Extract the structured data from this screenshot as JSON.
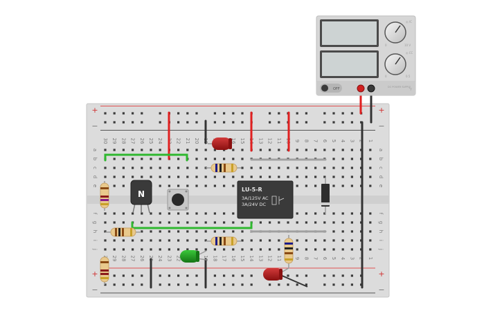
{
  "breadboard": {
    "rail_plus": "+",
    "rail_minus": "−",
    "rows_top": [
      "a",
      "b",
      "c",
      "d",
      "e"
    ],
    "rows_bottom": [
      "f",
      "g",
      "h",
      "i",
      "j"
    ],
    "columns": [
      "30",
      "29",
      "28",
      "27",
      "26",
      "25",
      "24",
      "23",
      "22",
      "21",
      "20",
      "19",
      "18",
      "17",
      "16",
      "15",
      "14",
      "13",
      "12",
      "11",
      "10",
      "9",
      "8",
      "7",
      "6",
      "5",
      "4",
      "3",
      "2",
      "1"
    ]
  },
  "relay": {
    "model": "LU-5-R",
    "spec1": "3A/125V AC",
    "spec2": "3A/24V  DC"
  },
  "transistor": {
    "label": "N"
  },
  "power_supply": {
    "switch_label": "OFF",
    "knob1_min": "0",
    "knob1_max": "10 V",
    "knob2_min": "0",
    "knob2_max": "0.5",
    "corner_label1": "◎ /C",
    "corner_label2": "◎ CC",
    "brand": "DC POWER SUPPLY"
  },
  "colors": {
    "wire_red": "#e02020",
    "wire_green": "#2fb82f",
    "wire_black": "#333333",
    "led_red": "#b01818",
    "led_green": "#1e9a1e"
  }
}
